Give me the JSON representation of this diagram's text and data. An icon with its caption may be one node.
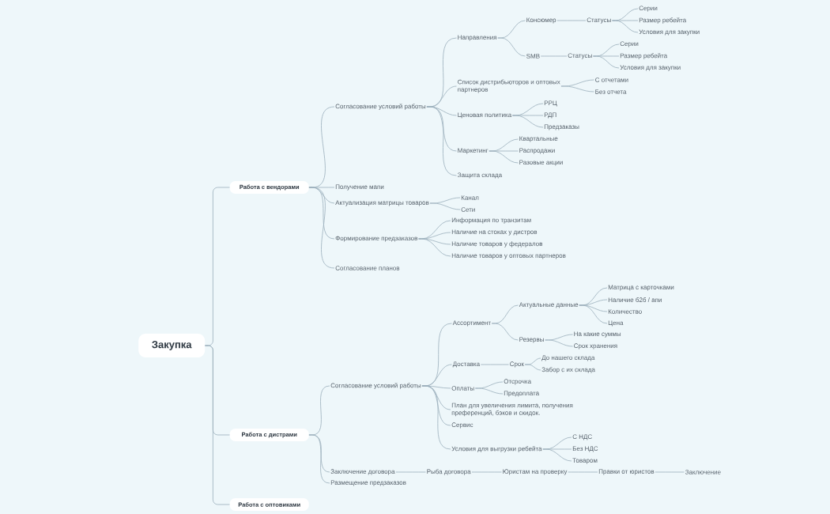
{
  "diagram": {
    "nodes": [
      {
        "text": [
          "Закупка"
        ]
      },
      {
        "text": [
          "Работа с вендорами"
        ]
      },
      {
        "text": [
          "Согласование условий работы"
        ]
      },
      {
        "text": [
          "Направления"
        ]
      },
      {
        "text": [
          "Консюмер"
        ]
      },
      {
        "text": [
          "Статусы"
        ]
      },
      {
        "text": [
          "Серии"
        ]
      },
      {
        "text": [
          "Размер ребейта"
        ]
      },
      {
        "text": [
          "Условия для закупки"
        ]
      },
      {
        "text": [
          "SMB"
        ]
      },
      {
        "text": [
          "Статусы"
        ]
      },
      {
        "text": [
          "Серии"
        ]
      },
      {
        "text": [
          "Размер ребейта"
        ]
      },
      {
        "text": [
          "Условия для закупки"
        ]
      },
      {
        "text": [
          "Список дистрибьюторов и оптовых партнеров"
        ]
      },
      {
        "text": [
          "С отчетами"
        ]
      },
      {
        "text": [
          "Без отчета"
        ]
      },
      {
        "text": [
          "Ценовая политика"
        ]
      },
      {
        "text": [
          "РРЦ"
        ]
      },
      {
        "text": [
          "РДП"
        ]
      },
      {
        "text": [
          "Предзаказы"
        ]
      },
      {
        "text": [
          "Маркетинг"
        ]
      },
      {
        "text": [
          "Квартальные"
        ]
      },
      {
        "text": [
          "Распродажи"
        ]
      },
      {
        "text": [
          "Разовые акции"
        ]
      },
      {
        "text": [
          "Защита склада"
        ]
      },
      {
        "text": [
          "Получение мапи"
        ]
      },
      {
        "text": [
          "Актуализация матрицы товаров"
        ]
      },
      {
        "text": [
          "Канал"
        ]
      },
      {
        "text": [
          "Сети"
        ]
      },
      {
        "text": [
          "Формирование предзаказов"
        ]
      },
      {
        "text": [
          "Информация по транзитам"
        ]
      },
      {
        "text": [
          "Наличие на стоках у дистров"
        ]
      },
      {
        "text": [
          "Наличие товаров у федералов"
        ]
      },
      {
        "text": [
          "Наличие товаров у оптовых партнеров"
        ]
      },
      {
        "text": [
          "Согласование планов"
        ]
      },
      {
        "text": [
          "Работа с дистрами"
        ]
      },
      {
        "text": [
          "Согласование условий работы"
        ]
      },
      {
        "text": [
          "Ассортимент"
        ]
      },
      {
        "text": [
          "Актуальные данные"
        ]
      },
      {
        "text": [
          "Матрица с карточками"
        ]
      },
      {
        "text": [
          "Наличие б2б / апи"
        ]
      },
      {
        "text": [
          "Количество"
        ]
      },
      {
        "text": [
          "Цена"
        ]
      },
      {
        "text": [
          "Резервы"
        ]
      },
      {
        "text": [
          "На какие суммы"
        ]
      },
      {
        "text": [
          "Срок хранения"
        ]
      },
      {
        "text": [
          "Доставка"
        ]
      },
      {
        "text": [
          "Срок"
        ]
      },
      {
        "text": [
          "До нашего склада"
        ]
      },
      {
        "text": [
          "Забор с их склада"
        ]
      },
      {
        "text": [
          "Оплаты"
        ]
      },
      {
        "text": [
          "Отсрочка"
        ]
      },
      {
        "text": [
          "Предоплата"
        ]
      },
      {
        "text": [
          "План для увеличения лимита, получения преференций, бэков и скидок."
        ]
      },
      {
        "text": [
          "Сервис"
        ]
      },
      {
        "text": [
          "Условия для выгрузки ребейта"
        ]
      },
      {
        "text": [
          "С НДС"
        ]
      },
      {
        "text": [
          "Без НДС"
        ]
      },
      {
        "text": [
          "Товаром"
        ]
      },
      {
        "text": [
          "Заключение договора"
        ]
      },
      {
        "text": [
          "Рыба договора"
        ]
      },
      {
        "text": [
          "Юристам на проверку"
        ]
      },
      {
        "text": [
          "Правки от юристов"
        ]
      },
      {
        "text": [
          "Заключение"
        ]
      },
      {
        "text": [
          "Размещение предзаказов"
        ]
      },
      {
        "text": [
          "Работа с оптовиками"
        ]
      }
    ],
    "edges": [
      {
        "from": 0,
        "to": 1,
        "arrow": "none"
      },
      {
        "from": 1,
        "to": 2,
        "arrow": "none"
      },
      {
        "from": 2,
        "to": 3,
        "arrow": "none"
      },
      {
        "from": 3,
        "to": 4,
        "arrow": "none"
      },
      {
        "from": 4,
        "to": 5,
        "arrow": "none"
      },
      {
        "from": 5,
        "to": 6,
        "arrow": "none"
      },
      {
        "from": 5,
        "to": 7,
        "arrow": "none"
      },
      {
        "from": 5,
        "to": 8,
        "arrow": "none"
      },
      {
        "from": 3,
        "to": 9,
        "arrow": "none"
      },
      {
        "from": 9,
        "to": 10,
        "arrow": "none"
      },
      {
        "from": 10,
        "to": 11,
        "arrow": "none"
      },
      {
        "from": 10,
        "to": 12,
        "arrow": "none"
      },
      {
        "from": 10,
        "to": 13,
        "arrow": "none"
      },
      {
        "from": 2,
        "to": 14,
        "arrow": "none"
      },
      {
        "from": 14,
        "to": 15,
        "arrow": "none"
      },
      {
        "from": 14,
        "to": 16,
        "arrow": "none"
      },
      {
        "from": 2,
        "to": 17,
        "arrow": "none"
      },
      {
        "from": 17,
        "to": 18,
        "arrow": "none"
      },
      {
        "from": 17,
        "to": 19,
        "arrow": "none"
      },
      {
        "from": 17,
        "to": 20,
        "arrow": "none"
      },
      {
        "from": 2,
        "to": 21,
        "arrow": "none"
      },
      {
        "from": 21,
        "to": 22,
        "arrow": "none"
      },
      {
        "from": 21,
        "to": 23,
        "arrow": "none"
      },
      {
        "from": 21,
        "to": 24,
        "arrow": "none"
      },
      {
        "from": 2,
        "to": 25,
        "arrow": "none"
      },
      {
        "from": 1,
        "to": 26,
        "arrow": "none"
      },
      {
        "from": 1,
        "to": 27,
        "arrow": "none"
      },
      {
        "from": 27,
        "to": 28,
        "arrow": "none"
      },
      {
        "from": 27,
        "to": 29,
        "arrow": "none"
      },
      {
        "from": 1,
        "to": 30,
        "arrow": "none"
      },
      {
        "from": 30,
        "to": 31,
        "arrow": "none"
      },
      {
        "from": 30,
        "to": 32,
        "arrow": "none"
      },
      {
        "from": 30,
        "to": 33,
        "arrow": "none"
      },
      {
        "from": 30,
        "to": 34,
        "arrow": "none"
      },
      {
        "from": 1,
        "to": 35,
        "arrow": "none"
      },
      {
        "from": 0,
        "to": 36,
        "arrow": "none"
      },
      {
        "from": 36,
        "to": 37,
        "arrow": "none"
      },
      {
        "from": 37,
        "to": 38,
        "arrow": "none"
      },
      {
        "from": 38,
        "to": 39,
        "arrow": "none"
      },
      {
        "from": 39,
        "to": 40,
        "arrow": "none"
      },
      {
        "from": 39,
        "to": 41,
        "arrow": "none"
      },
      {
        "from": 39,
        "to": 42,
        "arrow": "none"
      },
      {
        "from": 39,
        "to": 43,
        "arrow": "none"
      },
      {
        "from": 38,
        "to": 44,
        "arrow": "none"
      },
      {
        "from": 44,
        "to": 45,
        "arrow": "none"
      },
      {
        "from": 44,
        "to": 46,
        "arrow": "none"
      },
      {
        "from": 37,
        "to": 47,
        "arrow": "none"
      },
      {
        "from": 47,
        "to": 48,
        "arrow": "none"
      },
      {
        "from": 48,
        "to": 49,
        "arrow": "none"
      },
      {
        "from": 48,
        "to": 50,
        "arrow": "none"
      },
      {
        "from": 37,
        "to": 51,
        "arrow": "none"
      },
      {
        "from": 51,
        "to": 52,
        "arrow": "none"
      },
      {
        "from": 51,
        "to": 53,
        "arrow": "none"
      },
      {
        "from": 37,
        "to": 54,
        "arrow": "none"
      },
      {
        "from": 37,
        "to": 55,
        "arrow": "none"
      },
      {
        "from": 37,
        "to": 56,
        "arrow": "none"
      },
      {
        "from": 56,
        "to": 57,
        "arrow": "none"
      },
      {
        "from": 56,
        "to": 58,
        "arrow": "none"
      },
      {
        "from": 56,
        "to": 59,
        "arrow": "none"
      },
      {
        "from": 36,
        "to": 60,
        "arrow": "none"
      },
      {
        "from": 60,
        "to": 61,
        "arrow": "none"
      },
      {
        "from": 61,
        "to": 62,
        "arrow": "none"
      },
      {
        "from": 62,
        "to": 63,
        "arrow": "none"
      },
      {
        "from": 63,
        "to": 64,
        "arrow": "none"
      },
      {
        "from": 36,
        "to": 65,
        "arrow": "none"
      },
      {
        "from": 0,
        "to": 66,
        "arrow": "none"
      }
    ]
  }
}
